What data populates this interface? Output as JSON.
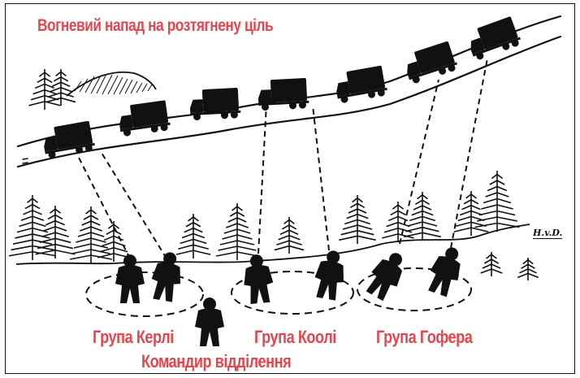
{
  "title": "Вогневий напад на розтягнену ціль",
  "groups": {
    "kerli": "Група Керлі",
    "cooley": "Група Коолі",
    "gopher": "Група Гофера"
  },
  "commander": "Командир відділення",
  "signature": "H.v.D.",
  "colors": {
    "label": "#e2474d",
    "ink": "#111111"
  }
}
